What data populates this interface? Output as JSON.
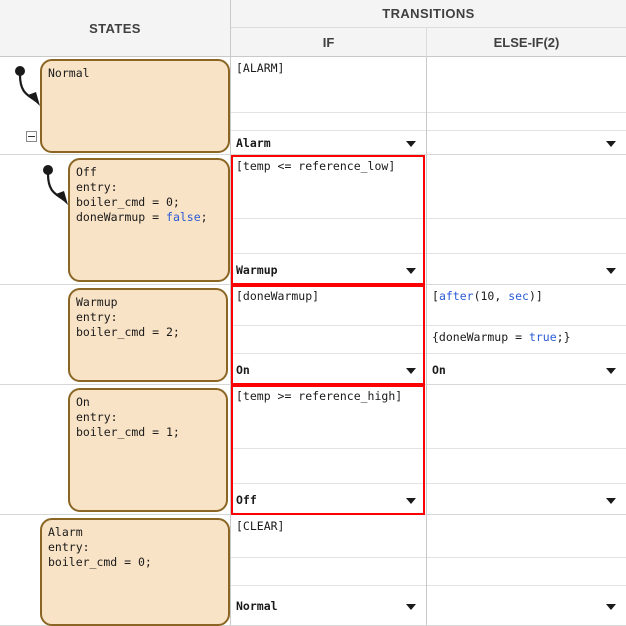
{
  "header": {
    "states": "STATES",
    "transitions": "TRANSITIONS",
    "if": "IF",
    "else_if": "ELSE-IF(2)"
  },
  "colors": {
    "state_fill": "#f9e3c6",
    "state_border": "#8a6523",
    "highlight": "#ff0000",
    "keyword": "#2a5cd7",
    "header_bg": "#f4f4f4"
  },
  "rows": [
    {
      "state": {
        "name": "Normal",
        "lines": [
          "Normal"
        ],
        "indent": 0,
        "has_default_transition": true,
        "has_collapse_widget": true
      },
      "if": {
        "condition": "[ALARM]",
        "action": "",
        "destination": "Alarm",
        "highlighted": false
      },
      "else_if": {
        "condition": "",
        "action": "",
        "destination": ""
      }
    },
    {
      "state": {
        "name": "Off",
        "lines": [
          "Off",
          "entry:",
          "boiler_cmd = 0;",
          "doneWarmup = false;"
        ],
        "indent": 1,
        "has_default_transition": true,
        "has_collapse_widget": false
      },
      "if": {
        "condition": "[temp <= reference_low]",
        "action": "",
        "destination": "Warmup",
        "highlighted": true
      },
      "else_if": {
        "condition": "",
        "action": "",
        "destination": ""
      }
    },
    {
      "state": {
        "name": "Warmup",
        "lines": [
          "Warmup",
          "entry:",
          "boiler_cmd = 2;"
        ],
        "indent": 1,
        "has_default_transition": false,
        "has_collapse_widget": false
      },
      "if": {
        "condition": "[doneWarmup]",
        "action": "",
        "destination": "On",
        "highlighted": true
      },
      "else_if": {
        "condition": "[after(10, sec)]",
        "action": "{doneWarmup = true;}",
        "destination": "On"
      }
    },
    {
      "state": {
        "name": "On",
        "lines": [
          "On",
          "entry:",
          "boiler_cmd = 1;"
        ],
        "indent": 1,
        "has_default_transition": false,
        "has_collapse_widget": false
      },
      "if": {
        "condition": "[temp >= reference_high]",
        "action": "",
        "destination": "Off",
        "highlighted": true
      },
      "else_if": {
        "condition": "",
        "action": "",
        "destination": ""
      }
    },
    {
      "state": {
        "name": "Alarm",
        "lines": [
          "Alarm",
          "entry:",
          "boiler_cmd = 0;"
        ],
        "indent": 0,
        "has_default_transition": false,
        "has_collapse_widget": false
      },
      "if": {
        "condition": "[CLEAR]",
        "action": "",
        "destination": "Normal",
        "highlighted": false
      },
      "else_if": {
        "condition": "",
        "action": "",
        "destination": ""
      }
    }
  ],
  "keywords": [
    "false",
    "true",
    "after",
    "sec"
  ]
}
